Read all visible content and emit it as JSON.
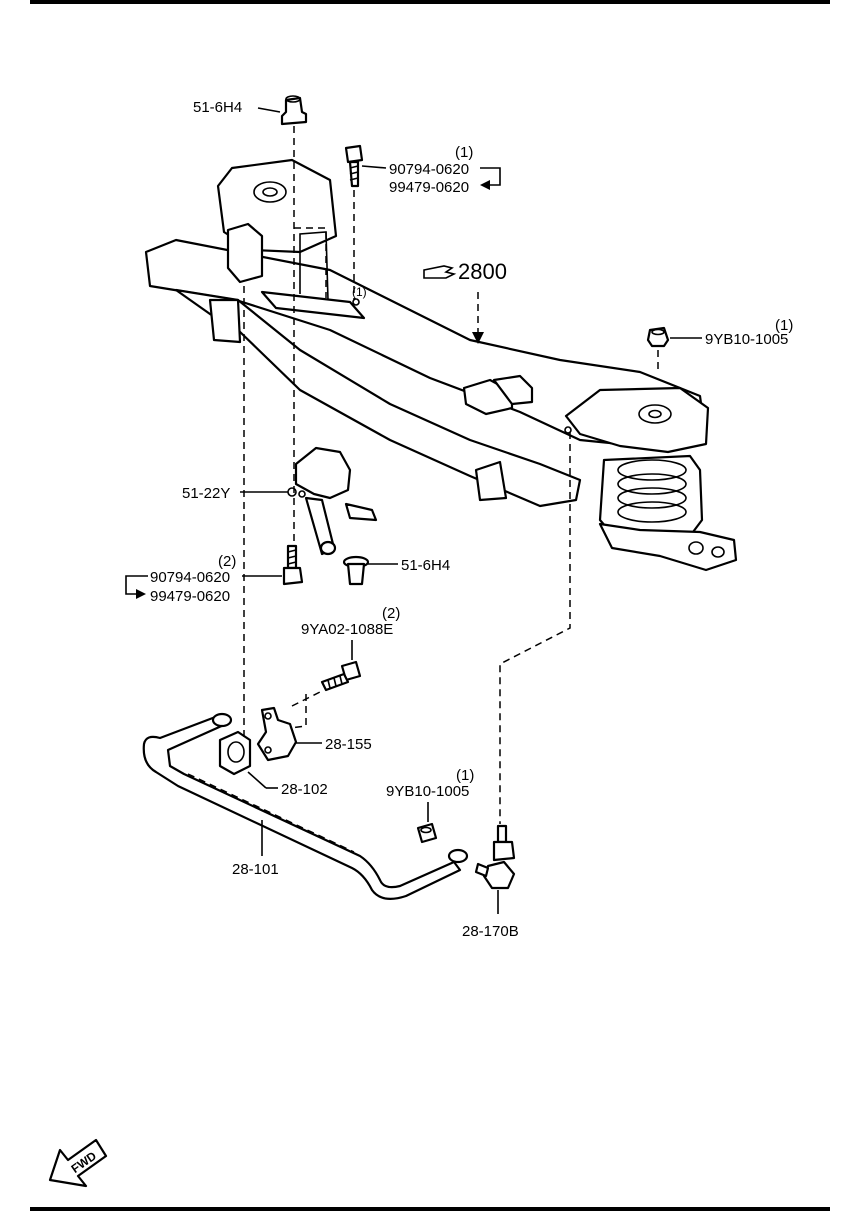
{
  "colors": {
    "line": "#000000",
    "background": "#ffffff"
  },
  "ref_symbol": "hand-pointer-icon",
  "labels": {
    "top_bushing": "51-6H4",
    "bolt_top_qty": "(1)",
    "bolt_top_a": "90794-0620",
    "bolt_top_b": "99479-0620",
    "crossmember_ref": "2800",
    "mark_1": "(1)",
    "nut_right_qty": "(1)",
    "nut_right": "9YB10-1005",
    "bracket": "51-22Y",
    "bushing_mid": "51-6H4",
    "bolt_left_qty": "(2)",
    "bolt_left_a": "90794-0620",
    "bolt_left_b": "99479-0620",
    "bolt_clamp_qty": "(2)",
    "bolt_clamp": "9YA02-1088E",
    "clamp": "28-155",
    "bar_bushing": "28-102",
    "link_nut_qty": "(1)",
    "link_nut": "9YB10-1005",
    "stabilizer_bar": "28-101",
    "link": "28-170B",
    "fwd": "FWD"
  }
}
